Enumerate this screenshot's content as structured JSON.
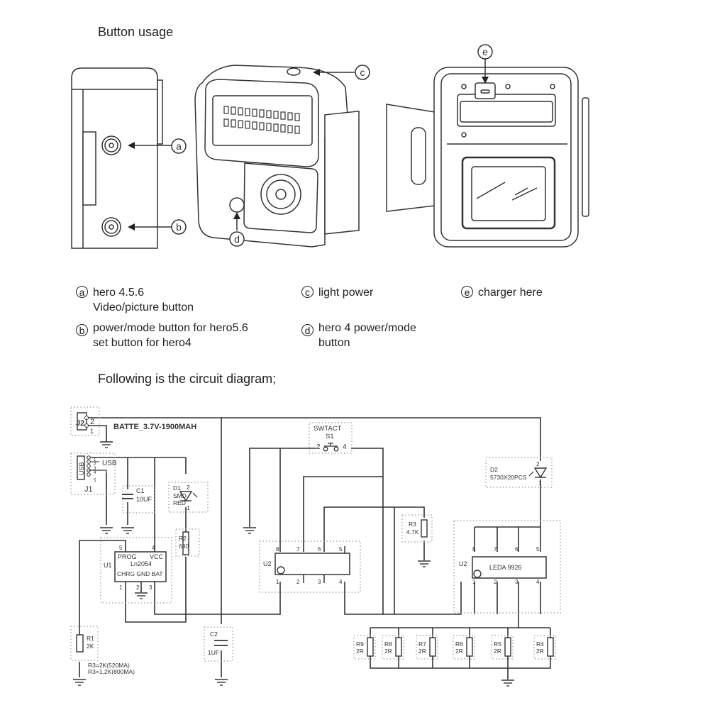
{
  "headings": {
    "button_usage": "Button usage",
    "circuit": "Following is the circuit diagram;"
  },
  "callouts": {
    "a": "a",
    "b": "b",
    "c": "c",
    "d": "d",
    "e": "e"
  },
  "legend": [
    {
      "key": "a",
      "line1": "hero 4.5.6",
      "line2": "Video/picture button"
    },
    {
      "key": "b",
      "line1": "power/mode button for hero5.6",
      "line2": "set button for hero4"
    },
    {
      "key": "c",
      "line1": "light power",
      "line2": ""
    },
    {
      "key": "d",
      "line1": "hero 4 power/mode",
      "line2": "button"
    },
    {
      "key": "e",
      "line1": "charger here",
      "line2": ""
    }
  ],
  "circuit": {
    "j2": {
      "ref": "J2",
      "pin_top": "2",
      "pin_bottom": "1",
      "label": "BATTE_3.7V-1900MAH"
    },
    "j1": {
      "ref": "J1",
      "type": "USB",
      "pins": [
        "1",
        "2",
        "3",
        "4",
        "5"
      ],
      "net": "USB"
    },
    "c1": {
      "ref": "C1",
      "value": "10UF"
    },
    "d1": {
      "ref": "D1",
      "line2": "SMD",
      "line3": "RED",
      "pin_top": "2",
      "pin_bottom": "1"
    },
    "r2": {
      "ref": "R2",
      "value": "680"
    },
    "u1": {
      "ref": "U1",
      "top_left": "PROG",
      "top_right": "VCC",
      "name": "Ln2054",
      "bottom": "CHRG GND BAT",
      "pins": {
        "p1": "1",
        "p2": "2",
        "p3": "3",
        "p4": "4",
        "p5": "5"
      }
    },
    "r1": {
      "ref": "R1",
      "value": "2K",
      "note1": "R3=2K(520MA)",
      "note2": "R3=1.2K(800MA)"
    },
    "c2": {
      "ref": "C2",
      "value": "1UF"
    },
    "s1": {
      "type": "SWTACT",
      "ref": "S1",
      "pin_left": "2",
      "pin_right": "4"
    },
    "u2_left": {
      "ref": "U2",
      "pins": [
        "1",
        "2",
        "3",
        "4",
        "5",
        "6",
        "7",
        "8"
      ]
    },
    "r3": {
      "ref": "R3",
      "value": "4.7K"
    },
    "d2": {
      "ref": "D2",
      "value": "5730X20PCS",
      "pin_top": "2",
      "pin_bottom": "1"
    },
    "u2_right": {
      "ref": "U2",
      "name": "LEDA 9926",
      "pins": [
        "1",
        "2",
        "3",
        "4",
        "5",
        "6",
        "7",
        "8"
      ]
    },
    "resistors": [
      {
        "ref": "R9",
        "value": "2R"
      },
      {
        "ref": "R8",
        "value": "2R"
      },
      {
        "ref": "R7",
        "value": "2R"
      },
      {
        "ref": "R6",
        "value": "2R"
      },
      {
        "ref": "R5",
        "value": "2R"
      },
      {
        "ref": "R4",
        "value": "2R"
      }
    ]
  }
}
